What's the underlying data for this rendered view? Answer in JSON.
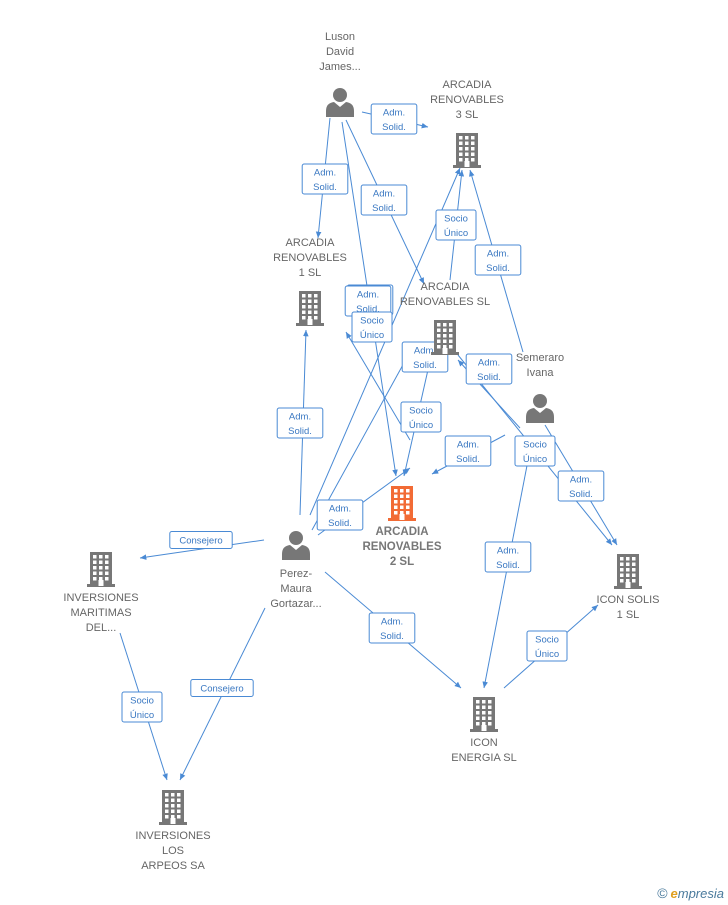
{
  "colors": {
    "edge": "#4a8ad4",
    "node": "#777777",
    "focus": "#f26b35"
  },
  "nodes": [
    {
      "id": "luson",
      "kind": "person",
      "label": [
        "Luson",
        "David",
        "James..."
      ]
    },
    {
      "id": "ar3",
      "kind": "company",
      "label": [
        "ARCADIA",
        "RENOVABLES",
        "3  SL"
      ]
    },
    {
      "id": "ar1",
      "kind": "company",
      "label": [
        "ARCADIA",
        "RENOVABLES",
        "1  SL"
      ]
    },
    {
      "id": "arsl",
      "kind": "company",
      "label": [
        "ARCADIA",
        "RENOVABLES SL"
      ]
    },
    {
      "id": "semeraro",
      "kind": "person",
      "label": [
        "Semeraro",
        "Ivana"
      ]
    },
    {
      "id": "ar2",
      "kind": "company",
      "focus": true,
      "label": [
        "ARCADIA",
        "RENOVABLES",
        "2  SL"
      ]
    },
    {
      "id": "perez",
      "kind": "person",
      "label": [
        "Perez-",
        "Maura",
        "Gortazar..."
      ]
    },
    {
      "id": "invmar",
      "kind": "company",
      "label": [
        "INVERSIONES",
        "MARITIMAS",
        "DEL..."
      ]
    },
    {
      "id": "iconsolis",
      "kind": "company",
      "label": [
        "ICON SOLIS",
        "1  SL"
      ]
    },
    {
      "id": "iconenergia",
      "kind": "company",
      "label": [
        "ICON",
        "ENERGIA  SL"
      ]
    },
    {
      "id": "invlos",
      "kind": "company",
      "label": [
        "INVERSIONES",
        "LOS",
        "ARPEOS SA"
      ]
    }
  ],
  "edges": [
    {
      "from": "luson",
      "to": "ar3",
      "label": [
        "Adm.",
        "Solid."
      ]
    },
    {
      "from": "luson",
      "to": "ar1",
      "label": [
        "Adm.",
        "Solid."
      ]
    },
    {
      "from": "luson",
      "to": "arsl",
      "label": [
        "Adm.",
        "Solid."
      ]
    },
    {
      "from": "luson",
      "to": "ar2",
      "label": [
        "Adm.",
        "Solid."
      ]
    },
    {
      "from": "arsl",
      "to": "ar3",
      "label": [
        "Socio",
        "Único"
      ]
    },
    {
      "from": "semeraro",
      "to": "ar3",
      "label": [
        "Adm.",
        "Solid."
      ]
    },
    {
      "from": "perez",
      "to": "ar1",
      "label": [
        "Adm.",
        "Solid."
      ]
    },
    {
      "from": "perez",
      "to": "ar3",
      "label": [
        "Adm.",
        "Solid."
      ]
    },
    {
      "from": "perez",
      "to": "arsl",
      "label": [
        "Adm.",
        "Solid."
      ]
    },
    {
      "from": "perez",
      "to": "ar2",
      "label": [
        "Adm.",
        "Solid."
      ]
    },
    {
      "from": "arsl",
      "to": "ar2",
      "label": [
        "Socio",
        "Único"
      ]
    },
    {
      "from": "ar2",
      "to": "ar1",
      "label": [
        "Socio",
        "Único"
      ]
    },
    {
      "from": "semeraro",
      "to": "arsl",
      "label": [
        "Adm.",
        "Solid."
      ]
    },
    {
      "from": "semeraro",
      "to": "ar2",
      "label": [
        "Adm.",
        "Solid."
      ]
    },
    {
      "from": "semeraro",
      "to": "iconsolis",
      "label": [
        "Socio",
        "Único"
      ]
    },
    {
      "from": "arsl",
      "to": "iconsolis",
      "label": [
        "Adm.",
        "Solid."
      ]
    },
    {
      "from": "semeraro",
      "to": "iconenergia",
      "label": [
        "Adm.",
        "Solid."
      ]
    },
    {
      "from": "iconenergia",
      "to": "iconsolis",
      "label": [
        "Socio",
        "Único"
      ]
    },
    {
      "from": "perez",
      "to": "iconenergia",
      "label": [
        "Adm.",
        "Solid."
      ]
    },
    {
      "from": "perez",
      "to": "invmar",
      "label": [
        "Consejero"
      ]
    },
    {
      "from": "perez",
      "to": "invlos",
      "label": [
        "Consejero"
      ]
    },
    {
      "from": "invmar",
      "to": "invlos",
      "label": [
        "Socio",
        "Único"
      ]
    }
  ],
  "brand": {
    "copyright": "©",
    "initial": "e",
    "rest": "mpresia"
  }
}
